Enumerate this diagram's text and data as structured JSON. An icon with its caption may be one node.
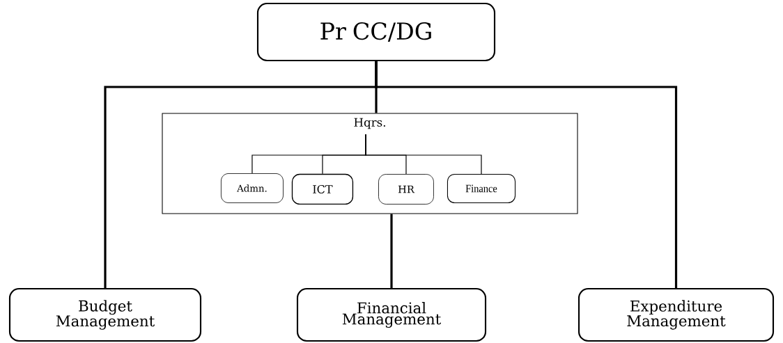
{
  "diagram": {
    "nodes": [
      {
        "text": [
          "Pr CC/DG"
        ]
      },
      {
        "text": [
          "Hqrs."
        ]
      },
      {
        "text": [
          "Admn."
        ],
        "in": 1
      },
      {
        "text": [
          "ICT"
        ],
        "in": 1
      },
      {
        "text": [
          "HR"
        ],
        "in": 1
      },
      {
        "text": [
          "Finance"
        ],
        "in": 1
      },
      {
        "text": [
          "Budget Management"
        ]
      },
      {
        "text": [
          "Financial Management"
        ]
      },
      {
        "text": [
          "Expenditure Management"
        ]
      }
    ],
    "edges": [
      {
        "from": 0,
        "to": 1,
        "arrow": "none",
        "style": "thick"
      },
      {
        "from": 0,
        "to": 6,
        "arrow": "none",
        "style": "thick"
      },
      {
        "from": 0,
        "to": 8,
        "arrow": "none",
        "style": "thick"
      },
      {
        "from": 1,
        "to": 7,
        "arrow": "none",
        "style": "thick"
      },
      {
        "from": 1,
        "to": 2,
        "arrow": "none"
      },
      {
        "from": 1,
        "to": 3,
        "arrow": "none"
      },
      {
        "from": 1,
        "to": 4,
        "arrow": "none"
      },
      {
        "from": 1,
        "to": 5,
        "arrow": "none"
      }
    ]
  }
}
